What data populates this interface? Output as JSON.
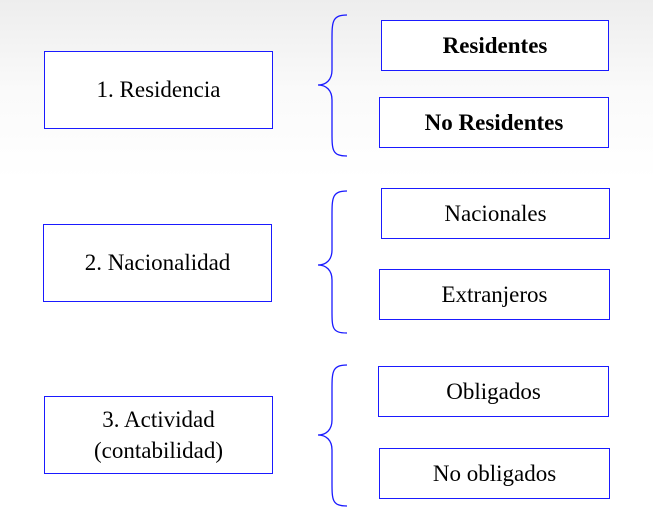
{
  "groups": [
    {
      "category": "1.  Residencia",
      "options": [
        "Residentes",
        "No Residentes"
      ]
    },
    {
      "category": "2.  Nacionalidad",
      "options": [
        "Nacionales",
        "Extranjeros"
      ]
    },
    {
      "category_line1": "3. Actividad",
      "category_line2": "(contabilidad)",
      "options": [
        "Obligados",
        "No obligados"
      ]
    }
  ],
  "colors": {
    "border": "#1a1aff",
    "brace": "#1a1aff"
  }
}
